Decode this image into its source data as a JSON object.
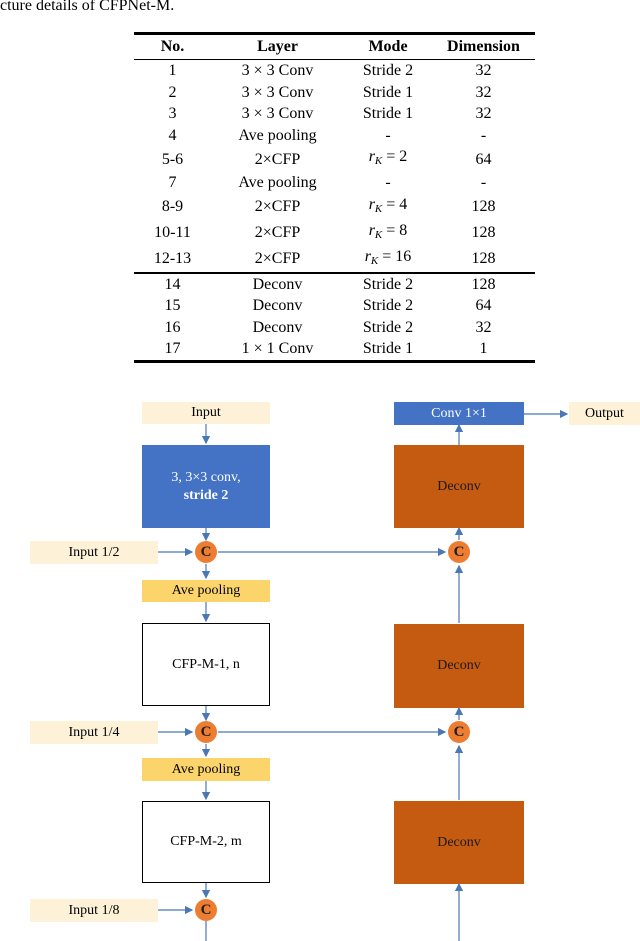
{
  "caption": "cture details of CFPNet-M.",
  "table": {
    "headers": [
      "No.",
      "Layer",
      "Mode",
      "Dimension"
    ],
    "rows": [
      [
        "1",
        "3 × 3  Conv",
        "Stride 2",
        "32"
      ],
      [
        "2",
        "3 × 3  Conv",
        "Stride 1",
        "32"
      ],
      [
        "3",
        "3 × 3  Conv",
        "Stride 1",
        "32"
      ],
      [
        "4",
        "Ave pooling",
        "-",
        "-"
      ],
      [
        "5-6",
        "2×CFP",
        "= 2",
        "64"
      ],
      [
        "7",
        "Ave pooling",
        "-",
        "-"
      ],
      [
        "8-9",
        "2×CFP",
        "= 4",
        "128"
      ],
      [
        "10-11",
        "2×CFP",
        "= 8",
        "128"
      ],
      [
        "12-13",
        "2×CFP",
        "= 16",
        "128"
      ],
      [
        "14",
        "Deconv",
        "Stride 2",
        "128"
      ],
      [
        "15",
        "Deconv",
        "Stride 2",
        "64"
      ],
      [
        "16",
        "Deconv",
        "Stride 2",
        "32"
      ],
      [
        "17",
        "1 × 1  Conv",
        "Stride 1",
        "1"
      ]
    ],
    "mode_symbol": "r",
    "mode_subscript": "K"
  },
  "diagram": {
    "input": "Input",
    "conv_line1": "3, 3×3 conv,",
    "conv_line2": "stride 2",
    "input_half": "Input 1/2",
    "input_quarter": "Input 1/4",
    "input_eighth": "Input 1/8",
    "pool1": "Ave pooling",
    "pool2": "Ave pooling",
    "cfp1": "CFP-M-1, n",
    "cfp2": "CFP-M-2, m",
    "conv1x1": "Conv 1×1",
    "output": "Output",
    "deconv1": "Deconv",
    "deconv2": "Deconv",
    "deconv3": "Deconv",
    "concat": "C",
    "colors": {
      "input_fill": "#fdf1d8",
      "pool_fill": "#fbd56b",
      "conv_fill": "#4472c4",
      "deconv_fill": "#c55a11",
      "concat_fill": "#ed7d31",
      "arrow": "#4a78b5"
    }
  }
}
